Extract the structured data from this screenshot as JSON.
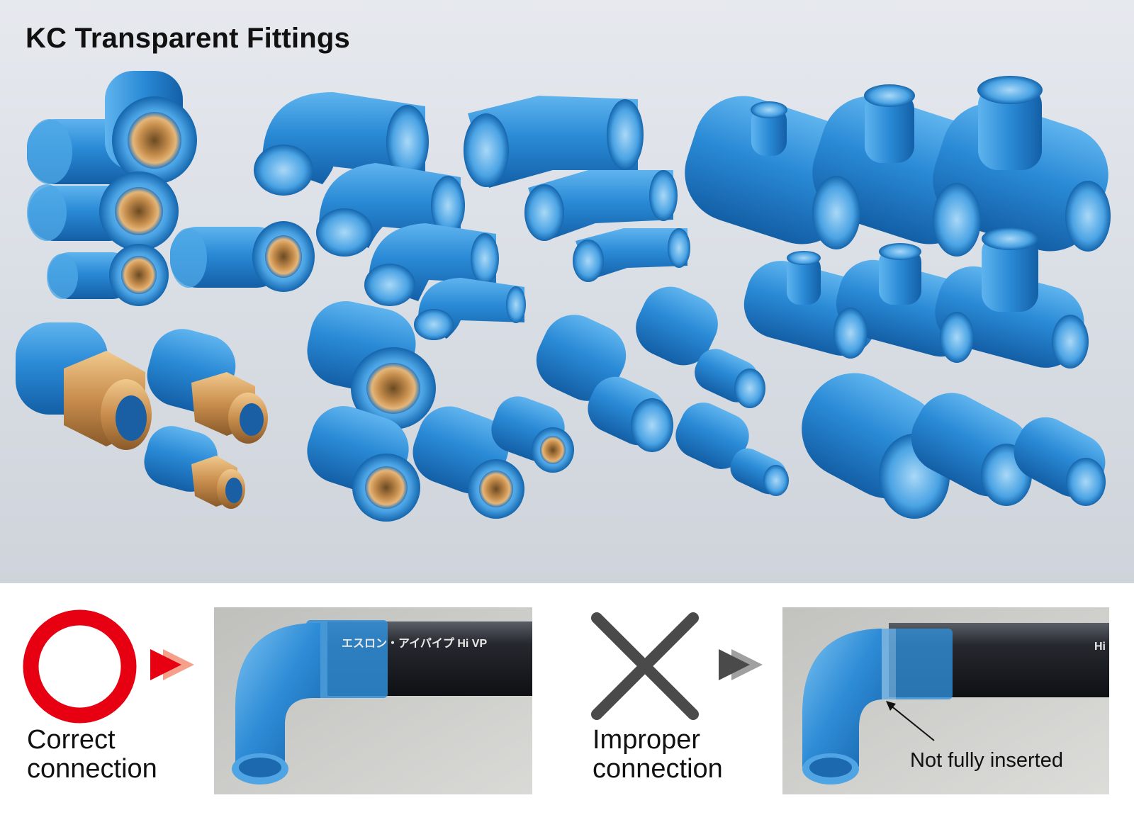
{
  "title": "KC Transparent Fittings",
  "photo": {
    "subject": "fittings-product-photo"
  },
  "correct": {
    "line1": "Correct",
    "line2": "connection",
    "pipe_print": "エスロン・アイパイプ Hi VP",
    "symbol_color": "#e60012",
    "arrow_color": "#e60012",
    "arrow_secondary": "#f4a08a"
  },
  "improper": {
    "line1": "Improper",
    "line2": "connection",
    "pipe_print": "Hi",
    "note": "Not fully inserted",
    "symbol_color": "#4a4a4a",
    "arrow_color": "#4a4a4a",
    "arrow_secondary": "#a0a0a0"
  },
  "colors": {
    "fitting_blue": "#1f7ec8",
    "brass": "#c7884a",
    "pipe_black": "#1d1f24"
  }
}
